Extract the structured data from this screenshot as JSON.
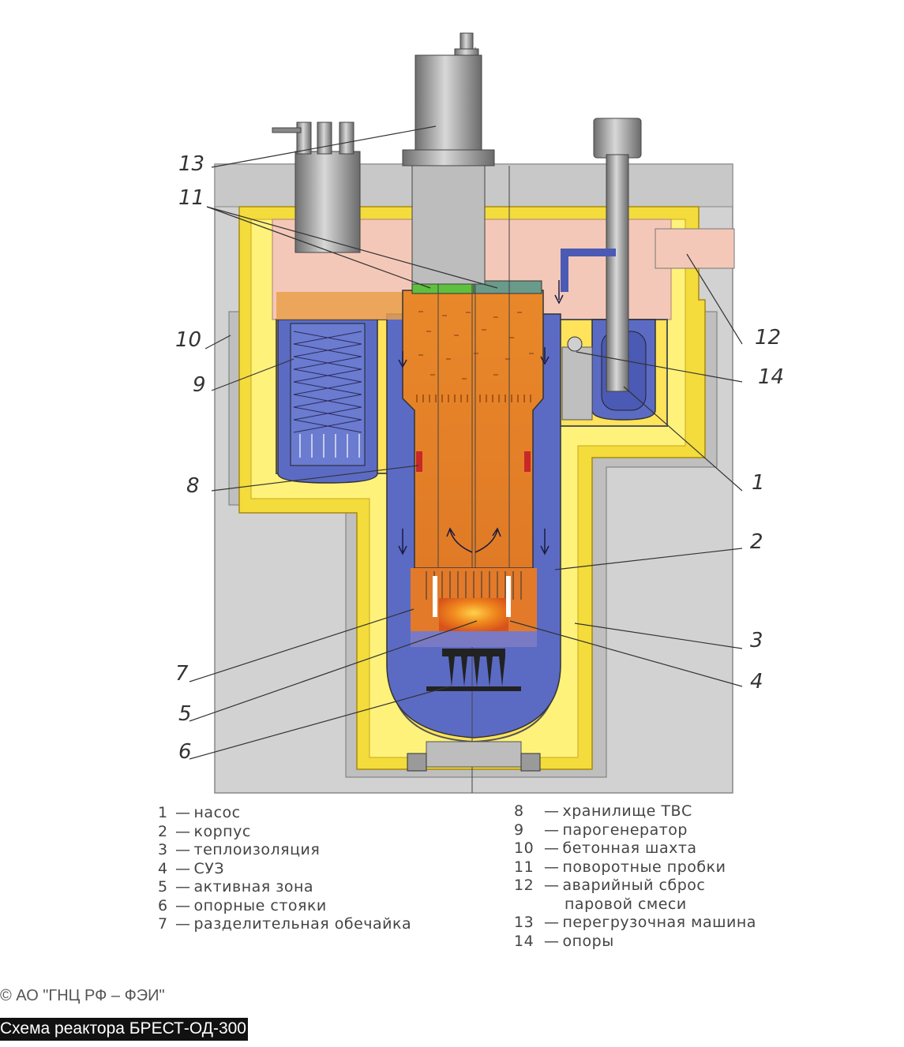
{
  "diagram": {
    "callouts": [
      "1",
      "2",
      "3",
      "4",
      "5",
      "6",
      "7",
      "8",
      "9",
      "10",
      "11",
      "12",
      "13",
      "14"
    ]
  },
  "legend": {
    "left": [
      {
        "num": "1",
        "dash": "—",
        "text": "насос"
      },
      {
        "num": "2",
        "dash": "—",
        "text": "корпус"
      },
      {
        "num": "3",
        "dash": "—",
        "text": "теплоизоляция"
      },
      {
        "num": "4",
        "dash": "—",
        "text": "СУЗ"
      },
      {
        "num": "5",
        "dash": "—",
        "text": "активная зона"
      },
      {
        "num": "6",
        "dash": "—",
        "text": "опорные стояки"
      },
      {
        "num": "7",
        "dash": "—",
        "text": "разделительная обечайка"
      }
    ],
    "right": [
      {
        "num": "8",
        "dash": "—",
        "text": "хранилище ТВС"
      },
      {
        "num": "9",
        "dash": "—",
        "text": "парогенератор"
      },
      {
        "num": "10",
        "dash": "—",
        "text": "бетонная шахта"
      },
      {
        "num": "11",
        "dash": "—",
        "text": "поворотные пробки"
      },
      {
        "num": "12",
        "dash": "—",
        "text": "аварийный сброс"
      },
      {
        "num": "",
        "dash": "",
        "text": "паровой смеси"
      },
      {
        "num": "13",
        "dash": "—",
        "text": "перегрузочная машина"
      },
      {
        "num": "14",
        "dash": "—",
        "text": "опоры"
      }
    ]
  },
  "copyright": "© АО \"ГНЦ РФ – ФЭИ\"",
  "caption": "Схема реактора БРЕСТ-ОД-300",
  "colors": {
    "concrete": "#d2d2d2",
    "insulation": "#f3dc3c",
    "insulation_light": "#fff27a",
    "lead_coolant": "#5b6bc4",
    "core_orange": "#ea8a2a",
    "gas_pink": "#f4c8b8",
    "steel": "#9a9a9a",
    "green_plug": "#5fbf3f"
  }
}
